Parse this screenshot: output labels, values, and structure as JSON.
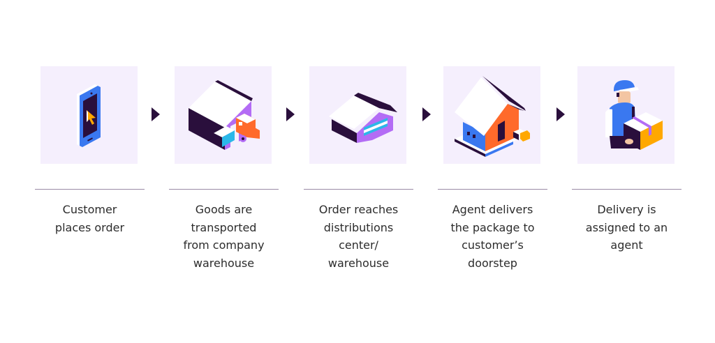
{
  "colors": {
    "tile_bg": "#f5effd",
    "arrow": "#2a0f3c",
    "rule": "#9a8aa6",
    "text": "#2c2c2c",
    "blue": "#3a78f0",
    "orange": "#ff6a2b",
    "purple": "#b36cf5",
    "cyan": "#2bb8e8",
    "yellow": "#ffa800",
    "dark": "#2a0f3c"
  },
  "steps": [
    {
      "icon": "smartphone-cursor-icon",
      "lines": [
        "Customer",
        "places order"
      ]
    },
    {
      "icon": "warehouse-truck-icon",
      "lines": [
        "Goods are",
        "transported",
        "from company",
        "warehouse"
      ]
    },
    {
      "icon": "distribution-center-icon",
      "lines": [
        "Order reaches",
        "distributions",
        "center/",
        "warehouse"
      ]
    },
    {
      "icon": "house-delivery-icon",
      "lines": [
        "Agent delivers",
        "the package to",
        "customer’s",
        "doorstep"
      ]
    },
    {
      "icon": "delivery-agent-icon",
      "lines": [
        "Delivery is",
        "assigned to an",
        "agent"
      ]
    }
  ],
  "arrows": [
    "arrow-right-icon",
    "arrow-right-icon",
    "arrow-right-icon",
    "arrow-right-icon"
  ]
}
